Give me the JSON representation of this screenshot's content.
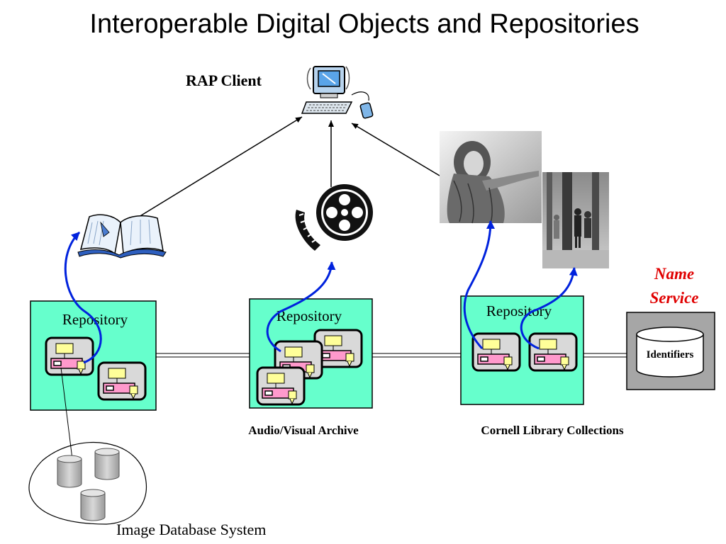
{
  "title": "Interoperable Digital Objects and Repositories",
  "client": {
    "label": "RAP Client",
    "icon": "computer-icon"
  },
  "repositories": [
    {
      "label": "Repository",
      "caption": "",
      "object_count": 2
    },
    {
      "label": "Repository",
      "caption": "Audio/Visual Archive",
      "object_count": 3
    },
    {
      "label": "Repository",
      "caption": "Cornell Library Collections",
      "object_count": 2
    }
  ],
  "resources": {
    "book": "book-icon",
    "film": "film-reel-icon",
    "photo_1": "woman-engraving-photo",
    "photo_2": "people-in-forest-photo"
  },
  "name_service": {
    "label_line1": "Name",
    "label_line2": "Service",
    "box_label": "Identifiers"
  },
  "database": {
    "label": "Image Database System",
    "disk_count": 3
  },
  "colors": {
    "repository_fill": "#66ffcc",
    "arrow_blue": "#0022dd",
    "name_service_red": "#e00000",
    "object_body": "#d9d9d9",
    "object_yellow": "#ffff99",
    "object_pink": "#ff99cc",
    "identifiers_gray": "#a6a6a6"
  }
}
